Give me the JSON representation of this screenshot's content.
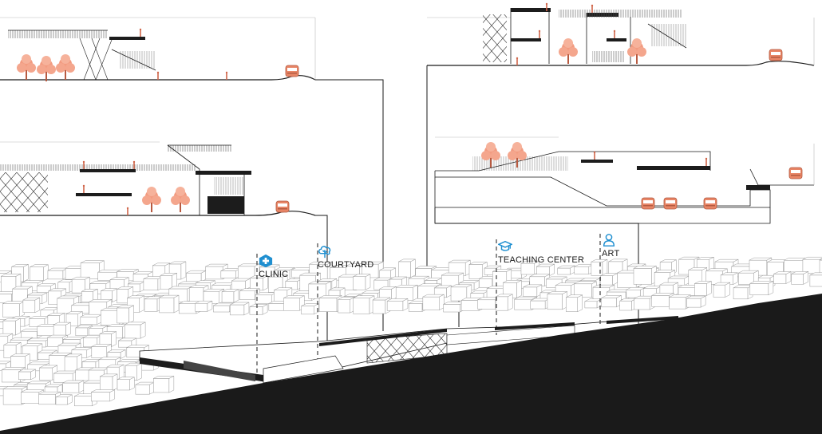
{
  "labels": {
    "clinic": "CLINIC",
    "courtyard": "COURTYARD",
    "teaching_center": "TEACHING CENTER",
    "art": "ART"
  },
  "colors": {
    "line": "#1a1a1a",
    "fill_dark": "#1c1c1c",
    "tree": "#f29b80",
    "tree_dark": "#c96b52",
    "icon": "#1f8fd0",
    "city_line": "#9a9a9a"
  },
  "icons": {
    "clinic": "medical-cross-icon",
    "courtyard": "tree-icon",
    "teaching_center": "graduation-cap-icon",
    "art": "person-icon"
  }
}
